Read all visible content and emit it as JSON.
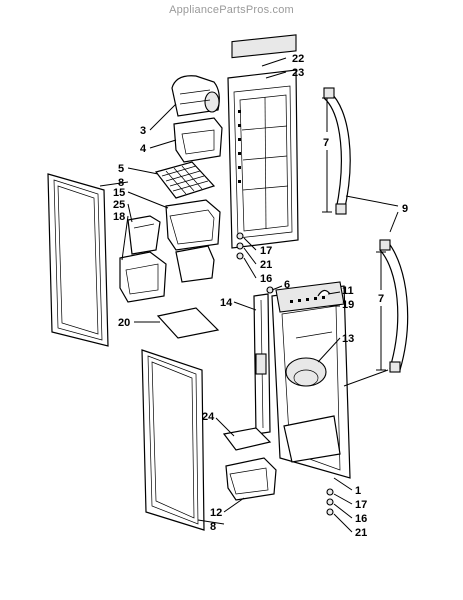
{
  "watermark": "AppliancePartsPros.com",
  "callouts": {
    "c22": "22",
    "c23": "23",
    "c3": "3",
    "c4": "4",
    "c7a": "7",
    "c9": "9",
    "c5": "5",
    "c8a": "8",
    "c15": "15",
    "c25": "25",
    "c18": "18",
    "c17a": "17",
    "c21a": "21",
    "c16a": "16",
    "c6": "6",
    "c11": "11",
    "c19": "19",
    "c14": "14",
    "c7b": "7",
    "c20": "20",
    "c13": "13",
    "c24": "24",
    "c1": "1",
    "c17b": "17",
    "c16b": "16",
    "c21b": "21",
    "c12": "12",
    "c8b": "8"
  }
}
